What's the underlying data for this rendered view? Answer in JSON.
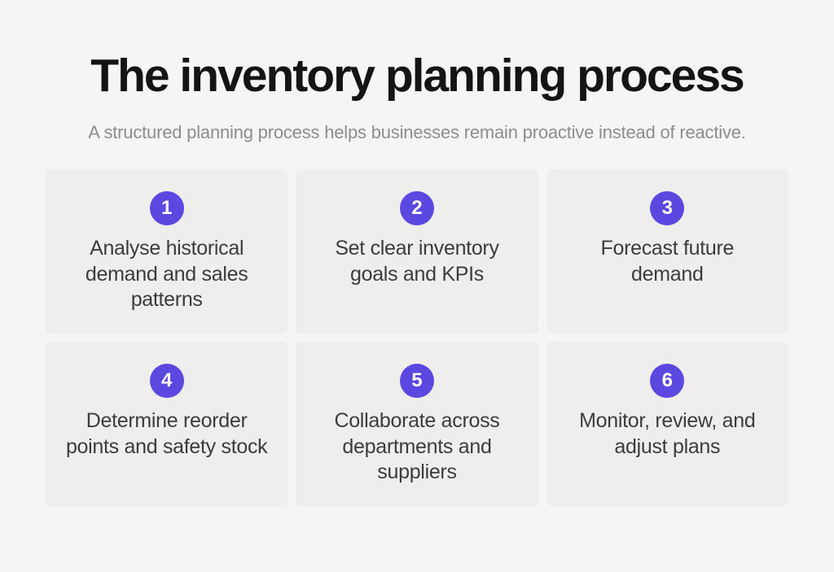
{
  "header": {
    "title": "The inventory planning process",
    "subtitle": "A structured planning process helps businesses remain proactive instead of reactive."
  },
  "steps": [
    {
      "number": "1",
      "text": "Analyse historical demand and sales patterns"
    },
    {
      "number": "2",
      "text": "Set clear inventory goals and KPIs"
    },
    {
      "number": "3",
      "text": "Forecast future demand"
    },
    {
      "number": "4",
      "text": "Determine reorder points and safety stock"
    },
    {
      "number": "5",
      "text": "Collaborate across departments and suppliers"
    },
    {
      "number": "6",
      "text": "Monitor, review, and adjust plans"
    }
  ],
  "colors": {
    "page_background": "#f6f5f4",
    "card_background": "#efeeec",
    "accent": "#5a48e0",
    "badge_number_text": "#ffffff",
    "title_text": "#141414",
    "subtitle_text": "#8e8d8b",
    "card_text": "#3d3c3a"
  }
}
